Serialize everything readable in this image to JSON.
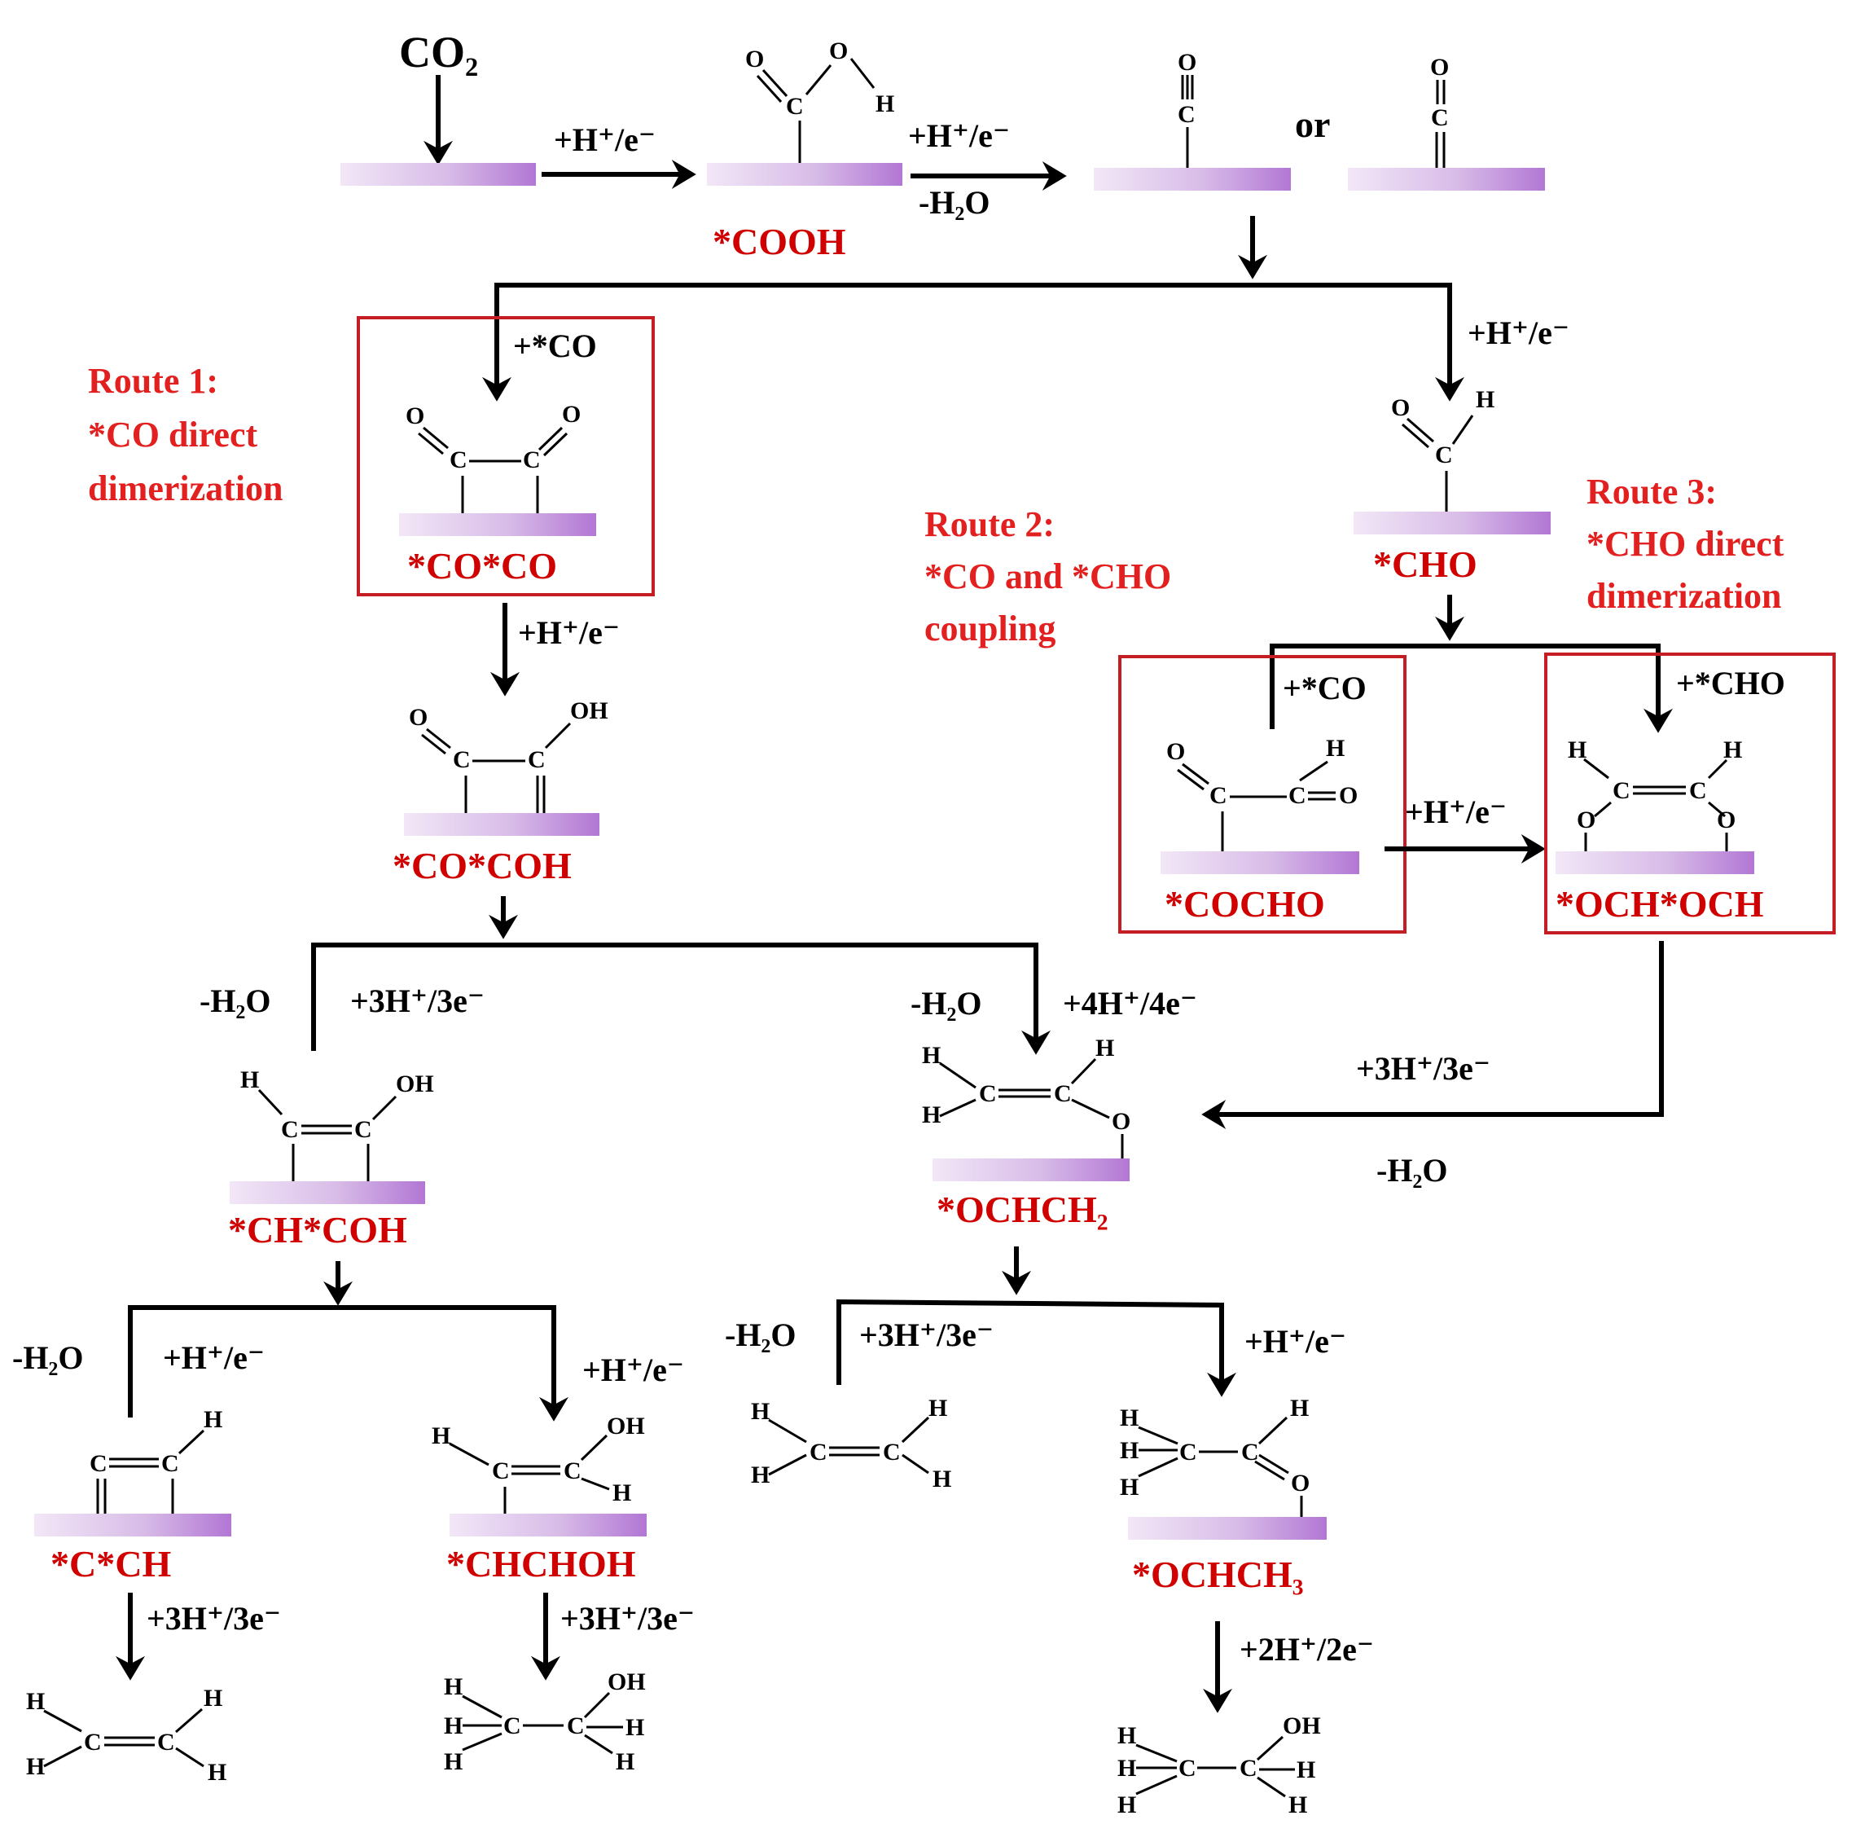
{
  "co2_label": "CO₂",
  "or_label": "or",
  "colors": {
    "intermediate": "#d00000",
    "route": "#e32020",
    "box": "#c41e24",
    "surface_light": "#efe2f5",
    "surface_dark": "#b77dd6"
  },
  "steps": {
    "s1": "+H⁺/e⁻",
    "s2": "+H⁺/e⁻",
    "s2b": "-H₂O",
    "s3": "+*CO",
    "s4": "+H⁺/e⁻",
    "s5": "+H⁺/e⁻",
    "s6": "+*CO",
    "s7": "+*CHO",
    "s8": "+H⁺/e⁻",
    "s9a": "-H₂O",
    "s9b": "+3H⁺/3e⁻",
    "s10a": "-H₂O",
    "s10b": "+4H⁺/4e⁻",
    "s11a": "+3H⁺/3e⁻",
    "s11b": "-H₂O",
    "s12a": "-H₂O",
    "s12b": "+H⁺/e⁻",
    "s13": "+H⁺/e⁻",
    "s14a": "-H₂O",
    "s14b": "+3H⁺/3e⁻",
    "s15": "+H⁺/e⁻",
    "s16": "+3H⁺/3e⁻",
    "s17": "+3H⁺/3e⁻",
    "s18": "+2H⁺/2e⁻"
  },
  "intermediates": {
    "cooh": "*COOH",
    "coco": "*CO*CO",
    "cho": "*CHO",
    "cocoh": "*CO*COH",
    "cocho": "*COCHO",
    "ochoch": "*OCH*OCH",
    "chcoh": "*CH*COH",
    "ochch2": "*OCHCH₂",
    "cch": "*C*CH",
    "chchoh": "*CHCHOH",
    "ochch3": "*OCHCH₃"
  },
  "routes": {
    "r1": [
      "Route 1:",
      "*CO direct",
      "dimerization"
    ],
    "r2": [
      "Route 2:",
      "*CO and  *CHO",
      "coupling"
    ],
    "r3": [
      "Route 3:",
      "*CHO direct",
      "dimerization"
    ]
  }
}
